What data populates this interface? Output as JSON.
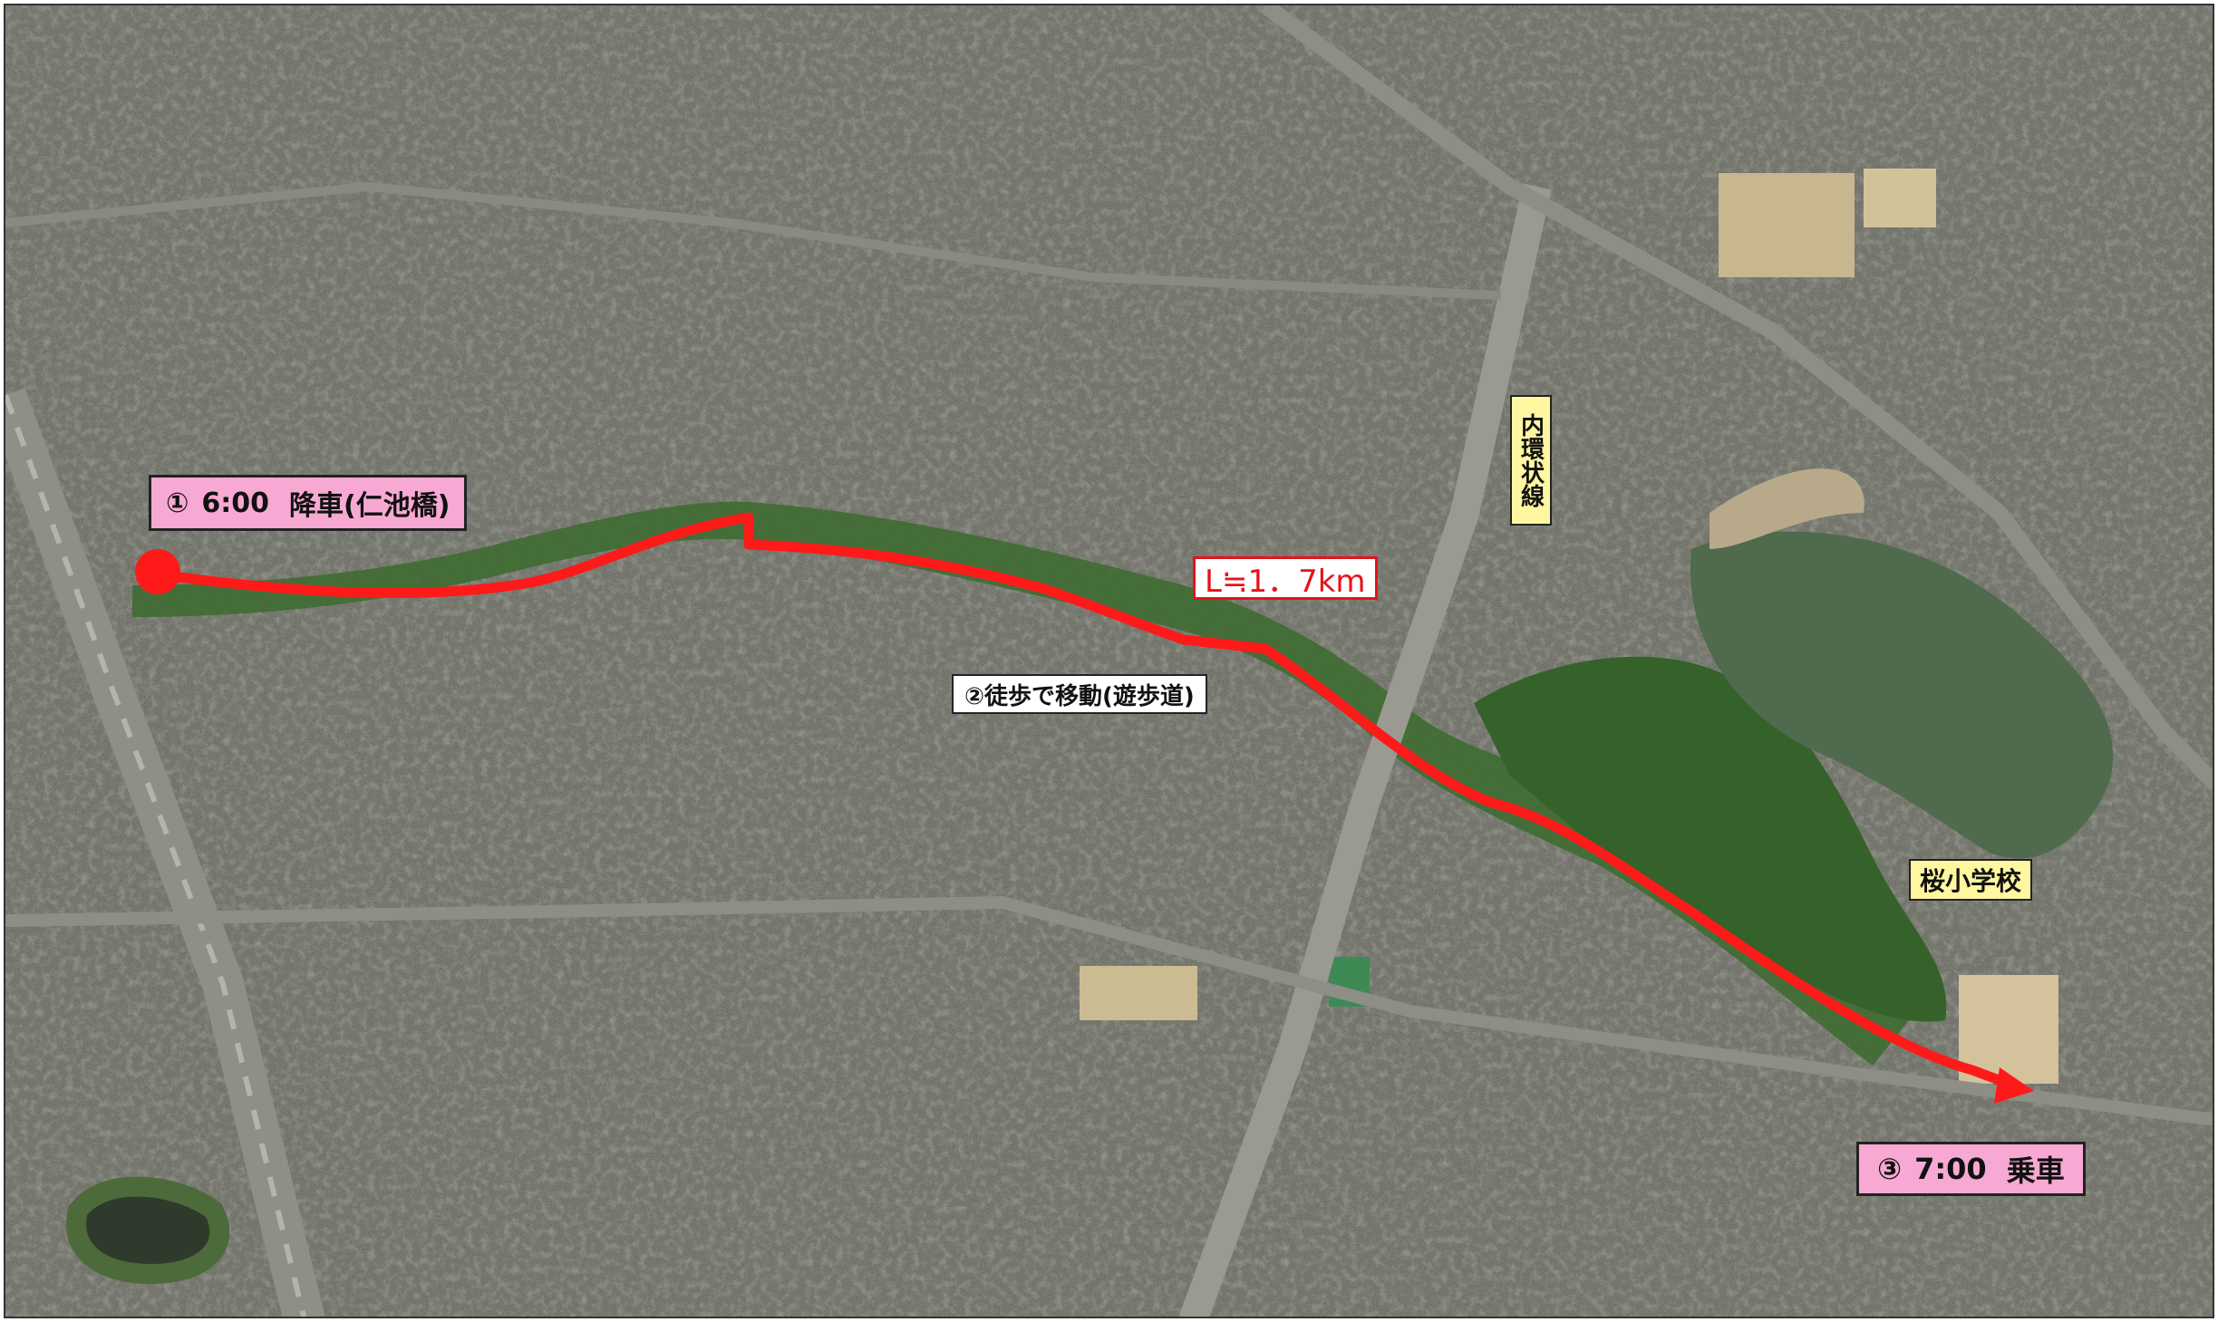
{
  "route": {
    "start_label": {
      "num": "①",
      "time": "6:00",
      "text": "降車(仁池橋)"
    },
    "end_label": {
      "num": "③",
      "time": "7:00",
      "text": "乗車"
    },
    "walk_label": "②徒歩で移動(遊歩道)",
    "distance_label": "L≒1．7km",
    "route_color": "#ff1a1a"
  },
  "places": {
    "rail_line": "内環状線",
    "school": "桜小学校"
  },
  "colors": {
    "urban_base": "#6b6d63",
    "vegetation": "#3f6b32",
    "pond": "#4f6a4c",
    "label_pink": "#f7a9d3",
    "label_yellow": "#fff7a0"
  }
}
